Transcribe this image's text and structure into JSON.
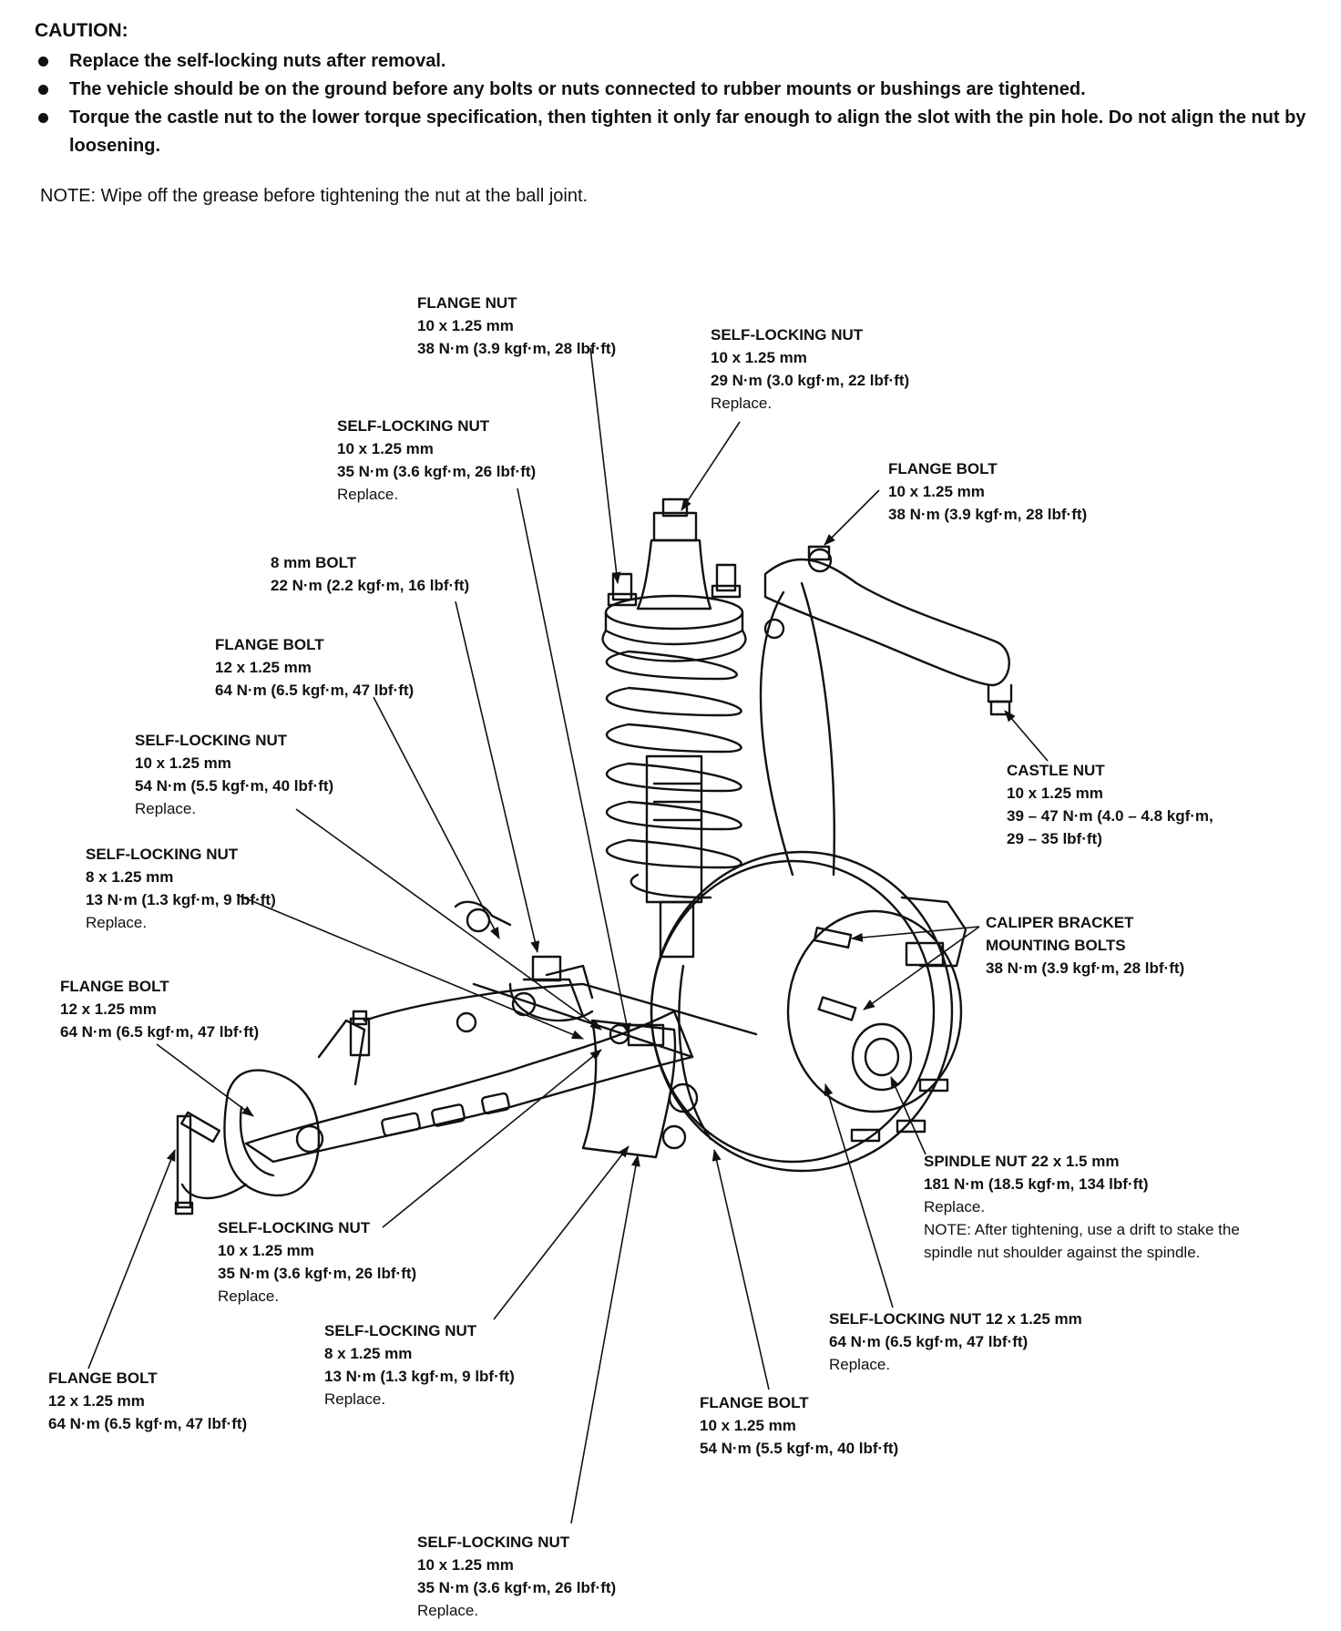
{
  "caution": {
    "title": "CAUTION:",
    "items": [
      "Replace the self-locking nuts after removal.",
      "The vehicle should be on the ground before any bolts or nuts connected to rubber mounts or bushings are tightened.",
      "Torque the castle nut to the lower torque specification, then tighten it only far enough to align  the slot with the pin hole. Do not align the nut by loosening."
    ]
  },
  "note": "NOTE:  Wipe off the grease before tightening the nut at the ball joint.",
  "labels": [
    {
      "id": "flange-nut-top",
      "lines": [
        "FLANGE NUT",
        "10 x 1.25 mm",
        "38 N·m (3.9 kgf·m, 28 lbf·ft)"
      ]
    },
    {
      "id": "self-locking-nut-top-right",
      "lines": [
        "SELF-LOCKING NUT",
        "10 x 1.25 mm",
        "29 N·m (3.0 kgf·m, 22 lbf·ft)"
      ],
      "note": "Replace."
    },
    {
      "id": "self-locking-nut-upper",
      "lines": [
        "SELF-LOCKING NUT",
        "10 x 1.25 mm",
        "35 N·m (3.6 kgf·m, 26 lbf·ft)"
      ],
      "note": "Replace."
    },
    {
      "id": "flange-bolt-upper-arm",
      "lines": [
        "FLANGE BOLT",
        "10 x 1.25 mm",
        "38 N·m (3.9 kgf·m, 28 lbf·ft)"
      ]
    },
    {
      "id": "bolt-8mm",
      "lines": [
        "8 mm BOLT",
        "22 N·m (2.2 kgf·m, 16 lbf·ft)"
      ]
    },
    {
      "id": "flange-bolt-12-upper",
      "lines": [
        "FLANGE BOLT",
        "12 x 1.25 mm",
        "64 N·m (6.5 kgf·m, 47 lbf·ft)"
      ]
    },
    {
      "id": "self-locking-nut-54",
      "lines": [
        "SELF-LOCKING NUT",
        "10 x 1.25 mm",
        "54 N·m (5.5 kgf·m, 40 lbf·ft)"
      ],
      "note": "Replace."
    },
    {
      "id": "castle-nut",
      "lines": [
        "CASTLE NUT",
        "10 x 1.25 mm",
        "39 – 47 N·m (4.0 – 4.8 kgf·m,",
        "29 – 35 lbf·ft)"
      ]
    },
    {
      "id": "self-locking-nut-8-left",
      "lines": [
        "SELF-LOCKING NUT",
        "8 x 1.25 mm",
        "13 N·m (1.3 kgf·m, 9 lbf·ft)"
      ],
      "note": "Replace."
    },
    {
      "id": "caliper-bracket-bolts",
      "lines": [
        "CALIPER BRACKET",
        "MOUNTING BOLTS"
      ],
      "regular": "38 N·m (3.9 kgf·m, 28 lbf·ft)"
    },
    {
      "id": "flange-bolt-left",
      "lines": [
        "FLANGE BOLT",
        "12 x 1.25 mm",
        "64 N·m (6.5 kgf·m, 47 lbf·ft)"
      ]
    },
    {
      "id": "spindle-nut",
      "lines": [
        "SPINDLE NUT 22 x 1.5 mm",
        "181 N·m (18.5 kgf·m, 134 lbf·ft)"
      ],
      "note": "Replace.",
      "note2": "NOTE:  After tightening, use a drift to stake the spindle nut shoulder against the spindle."
    },
    {
      "id": "self-locking-nut-center",
      "lines": [
        "SELF-LOCKING NUT",
        "10 x 1.25 mm",
        "35 N·m (3.6 kgf·m, 26 lbf·ft)"
      ],
      "note": "Replace."
    },
    {
      "id": "self-locking-nut-8-center",
      "lines": [
        "SELF-LOCKING NUT",
        "8 x 1.25 mm",
        "13 N·m (1.3 kgf·m, 9 lbf·ft)"
      ],
      "note": "Replace."
    },
    {
      "id": "self-locking-nut-12-right",
      "lines": [
        "SELF-LOCKING NUT 12 x 1.25 mm",
        "64 N·m (6.5 kgf·m, 47 lbf·ft)"
      ],
      "note": "Replace."
    },
    {
      "id": "flange-bolt-bottom-left",
      "lines": [
        "FLANGE BOLT",
        "12 x 1.25 mm",
        "64 N·m (6.5 kgf·m, 47 lbf·ft)"
      ]
    },
    {
      "id": "flange-bolt-bottom-center",
      "lines": [
        "FLANGE BOLT",
        "10 x 1.25 mm",
        "54 N·m (5.5 kgf·m, 40 lbf·ft)"
      ]
    },
    {
      "id": "self-locking-nut-bottom",
      "lines": [
        "SELF-LOCKING NUT",
        "10 x 1.25 mm",
        "35 N·m (3.6 kgf·m, 26 lbf·ft)"
      ],
      "note": "Replace."
    }
  ]
}
